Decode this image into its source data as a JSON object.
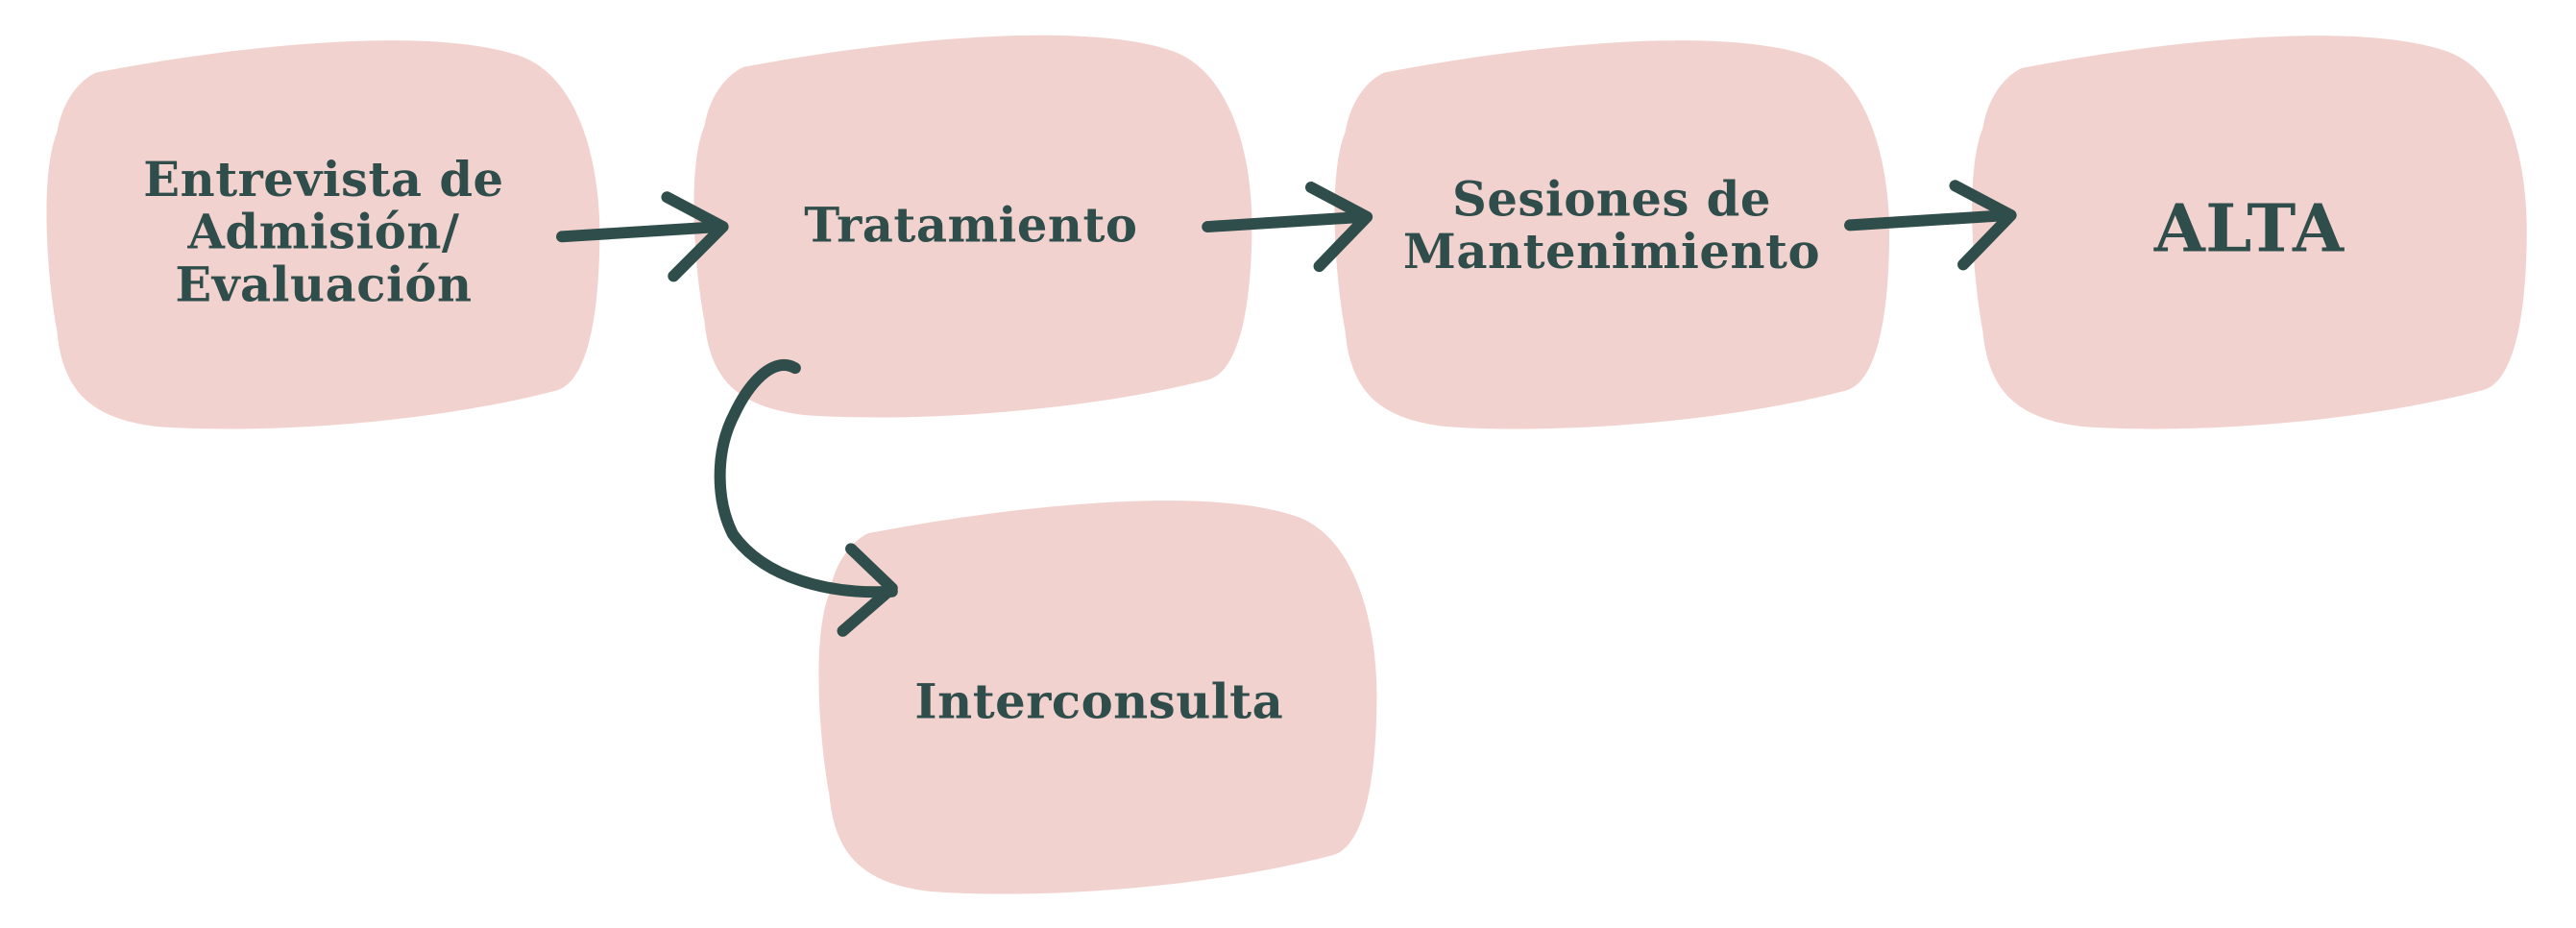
{
  "colors": {
    "box_fill": "#f2d2cf",
    "ink": "#2f4d4a",
    "background": "#ffffff"
  },
  "nodes": {
    "admission": {
      "line1": "Entrevista de",
      "line2": "Admisión/",
      "line3": "Evaluación"
    },
    "treatment": {
      "label": "Tratamiento"
    },
    "maintenance": {
      "line1": "Sesiones de",
      "line2": "Mantenimiento"
    },
    "discharge": {
      "label": "ALTA"
    },
    "consultation": {
      "label": "Interconsulta"
    }
  }
}
